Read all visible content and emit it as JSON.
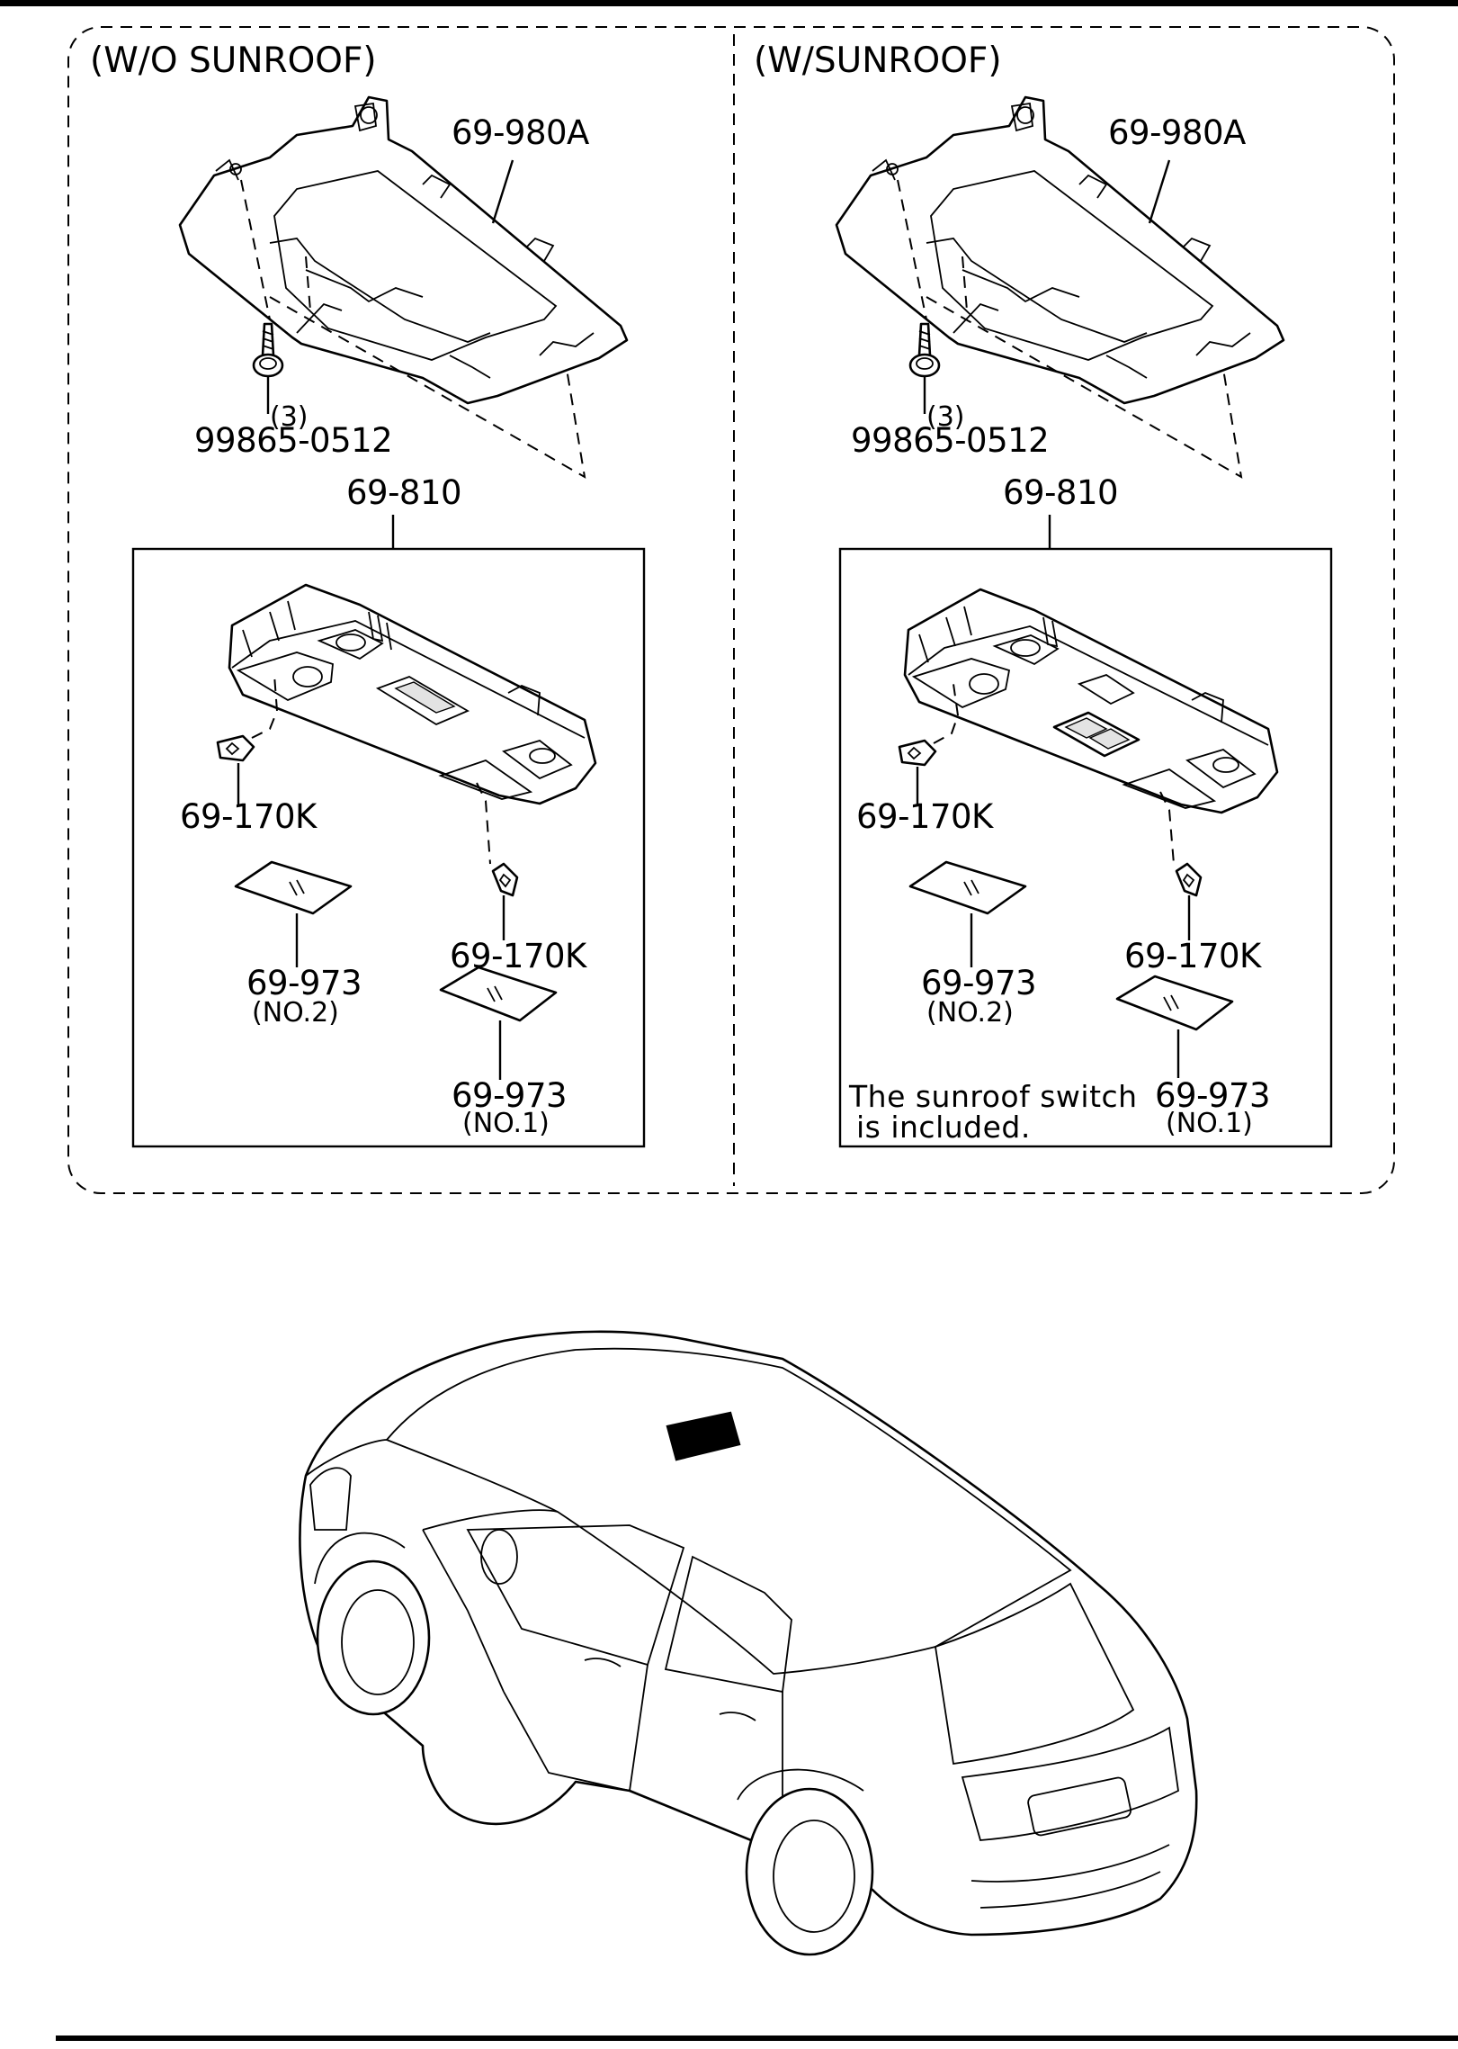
{
  "panels": [
    {
      "id": "wo-sunroof",
      "header": "(W/O SUNROOF)",
      "labels": {
        "bracket": "69-980A",
        "screw": "99865-0512",
        "screw_qty": "(3)",
        "console": "69-810",
        "bulb_left": "69-170K",
        "bulb_right": "69-170K",
        "lens_no2": "69-973",
        "lens_no2_sub": "(NO.2)",
        "lens_no1": "69-973",
        "lens_no1_sub": "(NO.1)"
      }
    },
    {
      "id": "w-sunroof",
      "header": "(W/SUNROOF)",
      "labels": {
        "bracket": "69-980A",
        "screw": "99865-0512",
        "screw_qty": "(3)",
        "console": "69-810",
        "bulb_left": "69-170K",
        "bulb_right": "69-170K",
        "lens_no2": "69-973",
        "lens_no2_sub": "(NO.2)",
        "lens_no1": "69-973",
        "lens_no1_sub": "(NO.1)"
      },
      "note_lines": [
        "The sunroof switch",
        "is included."
      ]
    }
  ],
  "colors": {
    "line": "#000000",
    "background": "#ffffff",
    "roof_marker": "#000000"
  }
}
